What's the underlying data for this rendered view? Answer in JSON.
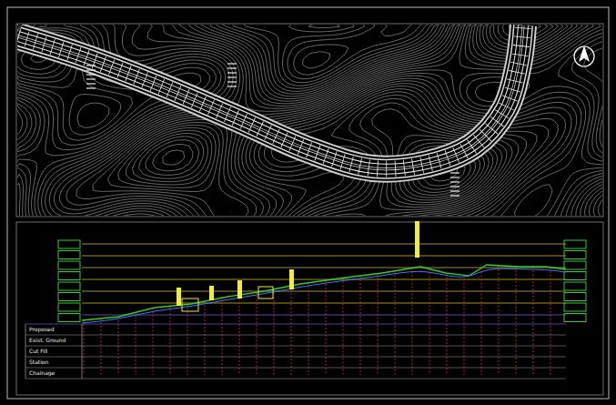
{
  "diagram": {
    "labels": [
      "Proposed",
      "Exist. Ground",
      "Cut Fill",
      "Station",
      "Chainage"
    ]
  }
}
